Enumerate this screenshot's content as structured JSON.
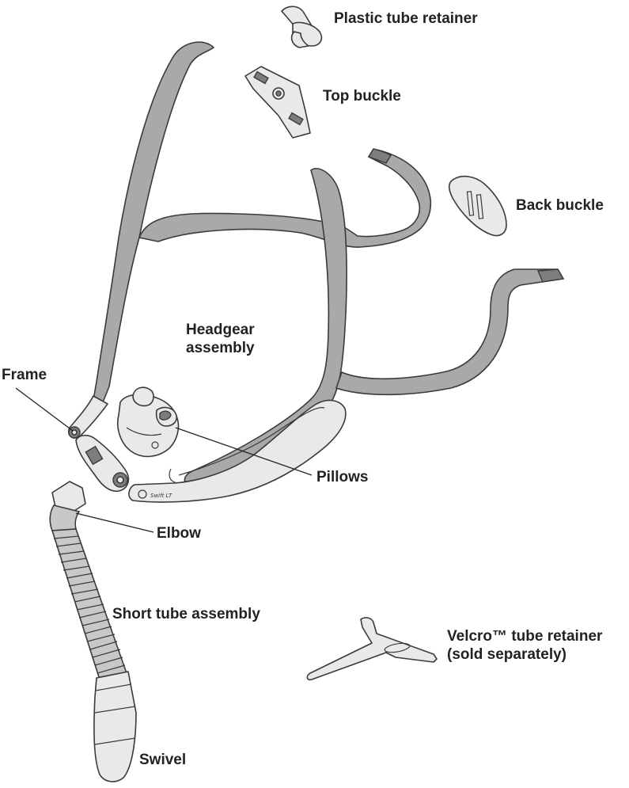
{
  "labels": {
    "plastic_tube_retainer": "Plastic tube retainer",
    "top_buckle": "Top buckle",
    "back_buckle": "Back buckle",
    "headgear_assembly_line1": "Headgear",
    "headgear_assembly_line2": "assembly",
    "frame": "Frame",
    "pillows": "Pillows",
    "elbow": "Elbow",
    "short_tube_assembly": "Short tube assembly",
    "velcro_line1": "Velcro™ tube retainer",
    "velcro_line2": "(sold separately)",
    "swivel": "Swivel"
  },
  "frame_brand_text": "Swift LT",
  "colors": {
    "strap": "#a9a9a9",
    "part": "#e9e9e9",
    "outline": "#3a3a3a",
    "text": "#222222"
  }
}
